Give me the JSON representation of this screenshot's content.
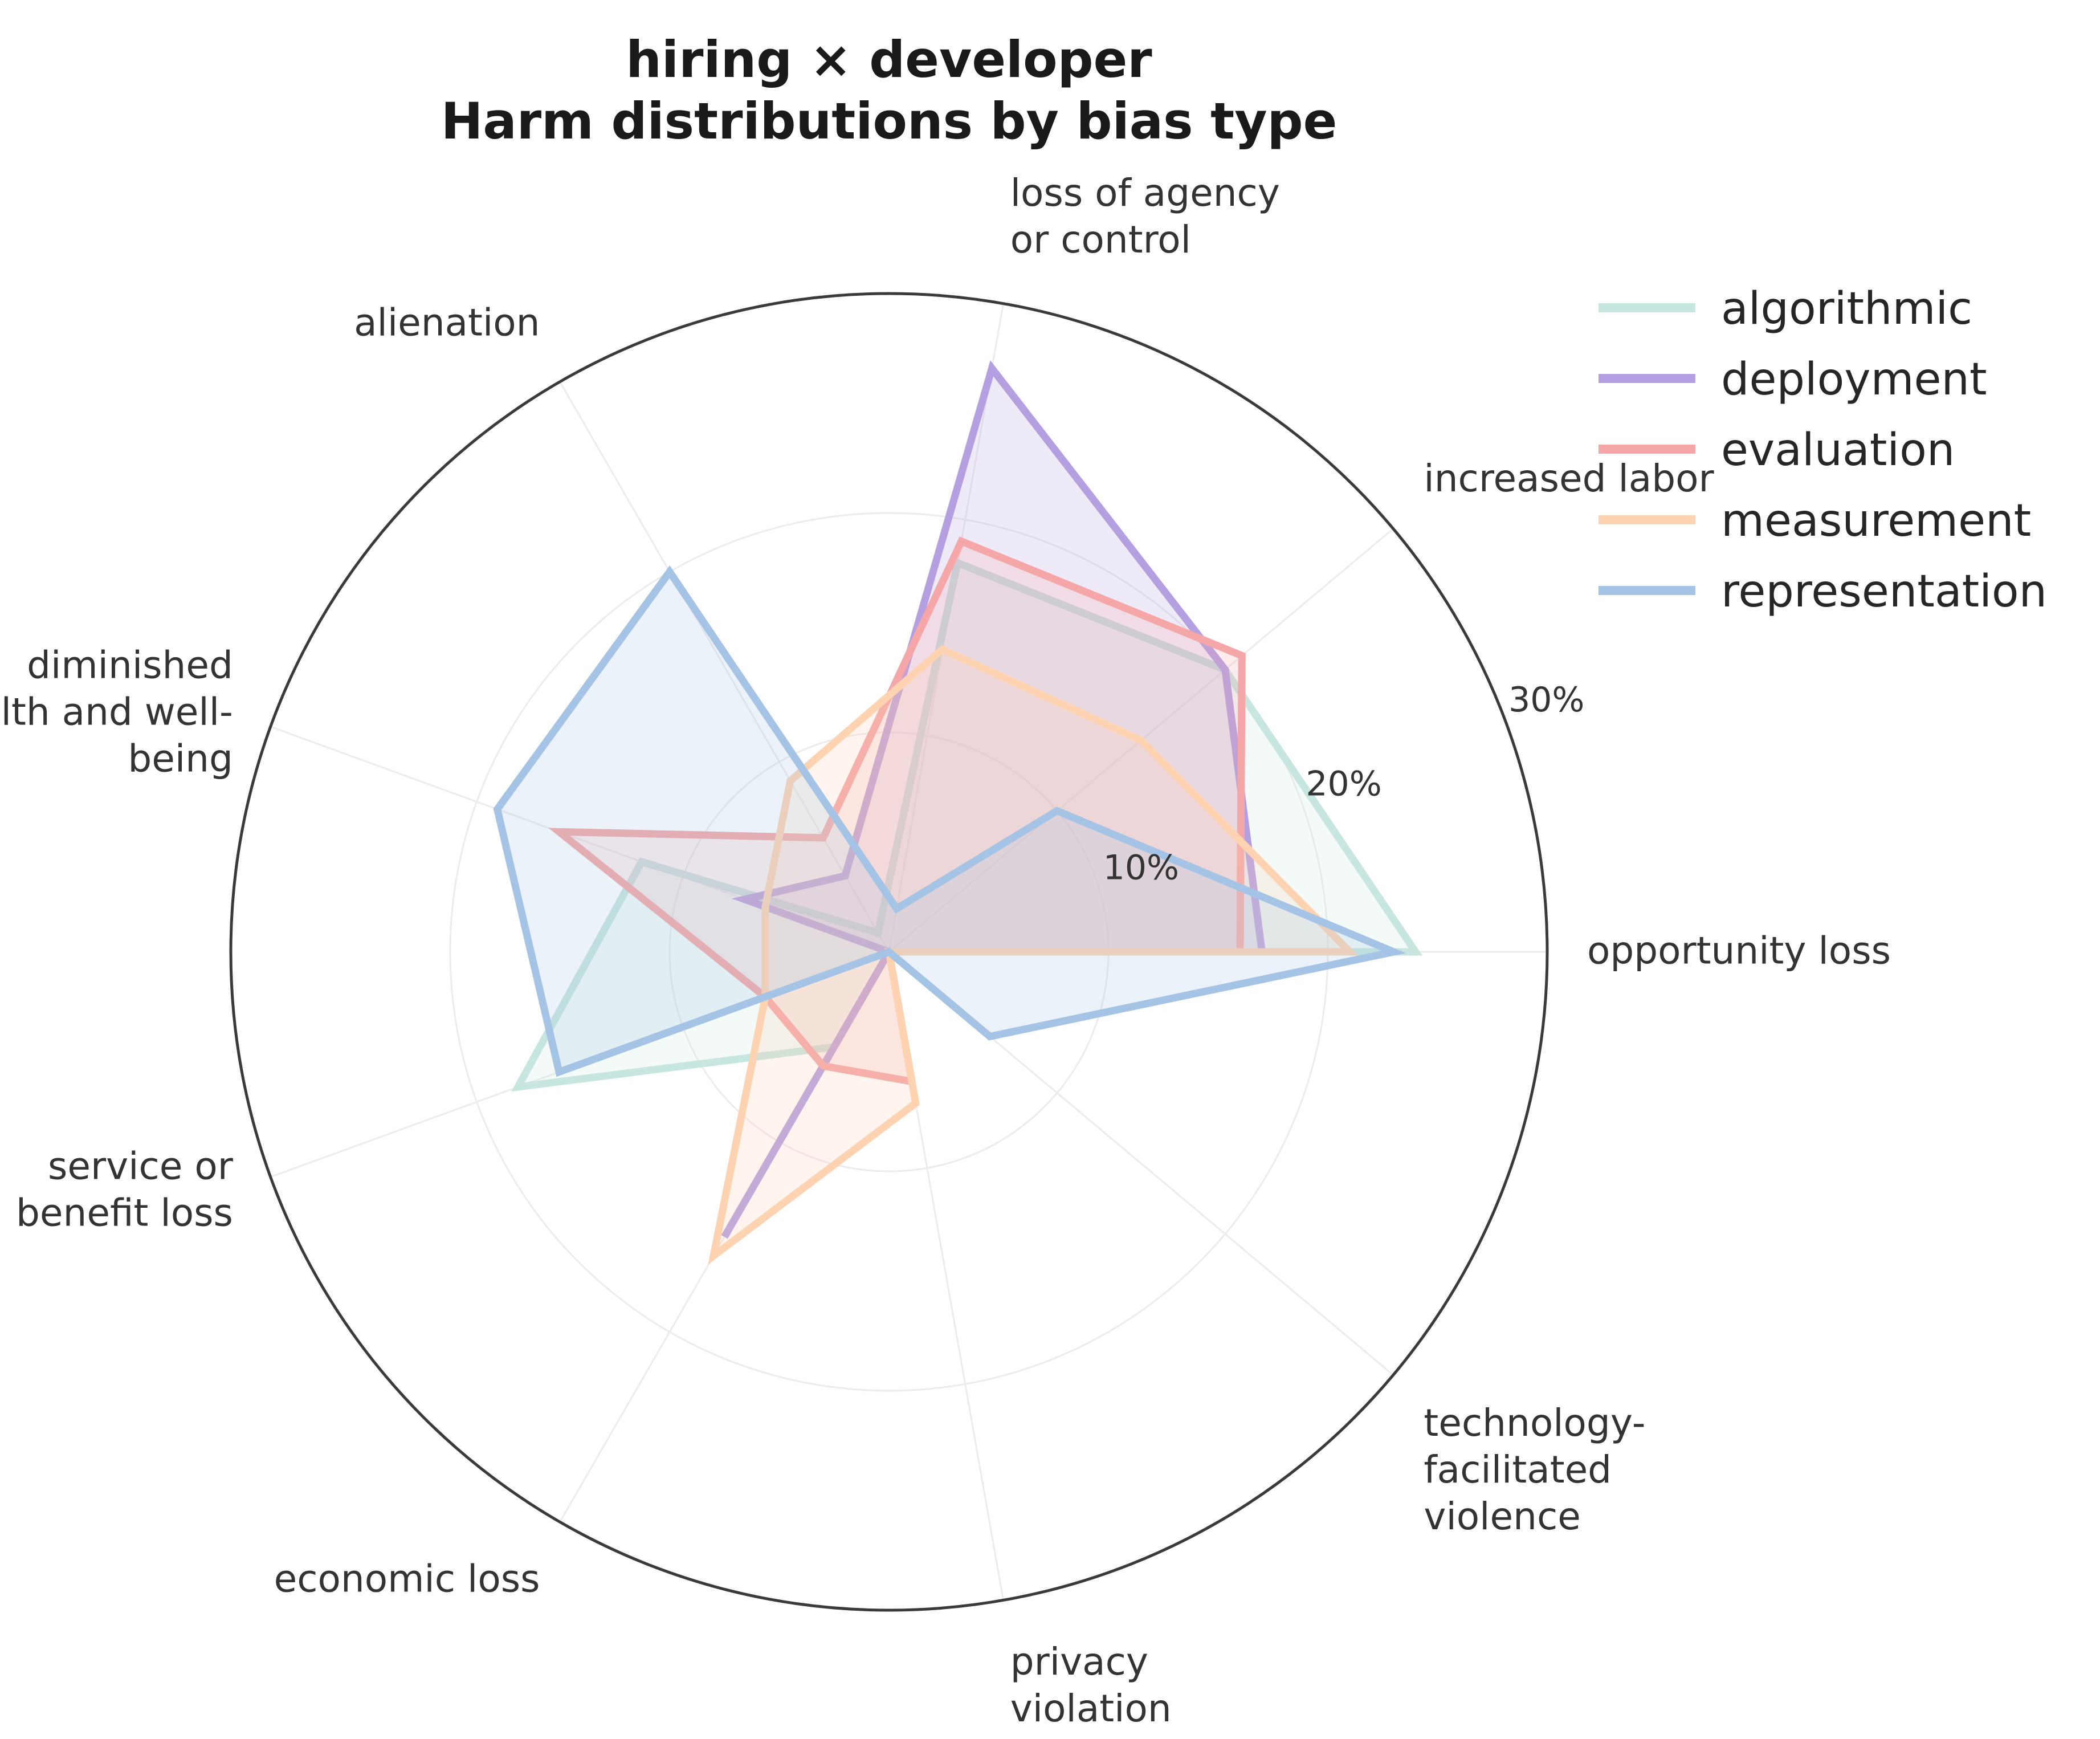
{
  "chart_data": {
    "type": "radar",
    "title_lines": [
      "hiring × developer",
      "Harm distributions by bias type"
    ],
    "categories": [
      [
        "opportunity loss"
      ],
      [
        "increased labor"
      ],
      [
        "loss of agency",
        "or control"
      ],
      [
        "alienation"
      ],
      [
        "diminished",
        "health and well-",
        "being"
      ],
      [
        "service or",
        "benefit loss"
      ],
      [
        "economic loss"
      ],
      [
        "privacy",
        "violation"
      ],
      [
        "technology-",
        "facilitated",
        "violence"
      ]
    ],
    "radial_ticks": [
      10,
      20,
      30
    ],
    "radial_tick_labels": [
      "10%",
      "20%",
      "30%"
    ],
    "rmax": 30,
    "series": [
      {
        "name": "algorithmic",
        "color": "#c7e6df",
        "values": [
          24,
          20,
          18,
          1,
          12,
          18,
          5,
          0,
          0
        ]
      },
      {
        "name": "deployment",
        "color": "#b49fe0",
        "values": [
          17,
          20,
          27,
          4,
          7,
          0,
          15,
          0,
          0
        ]
      },
      {
        "name": "evaluation",
        "color": "#f5a7a7",
        "values": [
          16,
          21,
          19,
          6,
          16,
          6,
          6,
          6,
          0
        ]
      },
      {
        "name": "measurement",
        "color": "#fdd3b1",
        "values": [
          21,
          15,
          14,
          9,
          6,
          6,
          16,
          7,
          0
        ]
      },
      {
        "name": "representation",
        "color": "#a5c4e5",
        "values": [
          23,
          10,
          2,
          20,
          19,
          16,
          0,
          0,
          6
        ]
      }
    ],
    "legend_position": "top-right",
    "grid": true
  }
}
